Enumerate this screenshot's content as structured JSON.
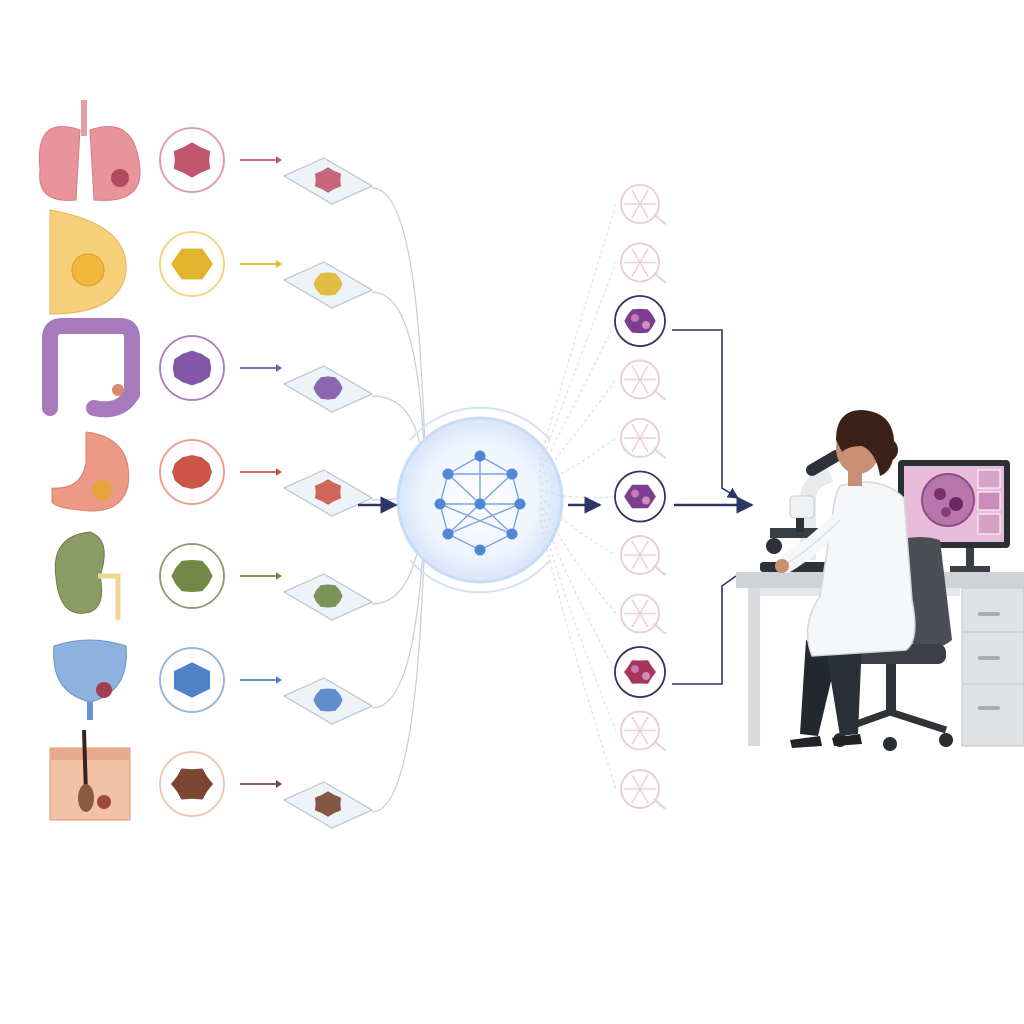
{
  "figure": {
    "organs": [
      {
        "name": "lung",
        "icon": "lungs-icon",
        "color": "#e9939a",
        "tissue": "#c0576f"
      },
      {
        "name": "breast",
        "icon": "breast-icon",
        "color": "#f5cf7a",
        "tissue": "#e0b52c"
      },
      {
        "name": "colon",
        "icon": "colon-icon",
        "color": "#a779bd",
        "tissue": "#8256a8"
      },
      {
        "name": "stomach",
        "icon": "stomach-icon",
        "color": "#ec9a86",
        "tissue": "#cc5548"
      },
      {
        "name": "kidney",
        "icon": "kidney-icon",
        "color": "#8c9a66",
        "tissue": "#6f8a47"
      },
      {
        "name": "bladder",
        "icon": "bladder-icon",
        "color": "#8fb1df",
        "tissue": "#4f82c8"
      },
      {
        "name": "skin",
        "icon": "skin-icon",
        "color": "#f3c2a6",
        "tissue": "#7a4632"
      }
    ],
    "outputs": {
      "count": 11,
      "highlighted": [
        2,
        5,
        8
      ],
      "highlight_colors": [
        "#7a3f8f",
        "#7a3f8f",
        "#a8365a"
      ]
    },
    "colors": {
      "connector": "#c8ccd4",
      "main_arrow": "#2f3566",
      "network_node": "#4f86d6",
      "network_glow": "#dce9fb",
      "faded_patch": "#e7cfe0"
    }
  }
}
